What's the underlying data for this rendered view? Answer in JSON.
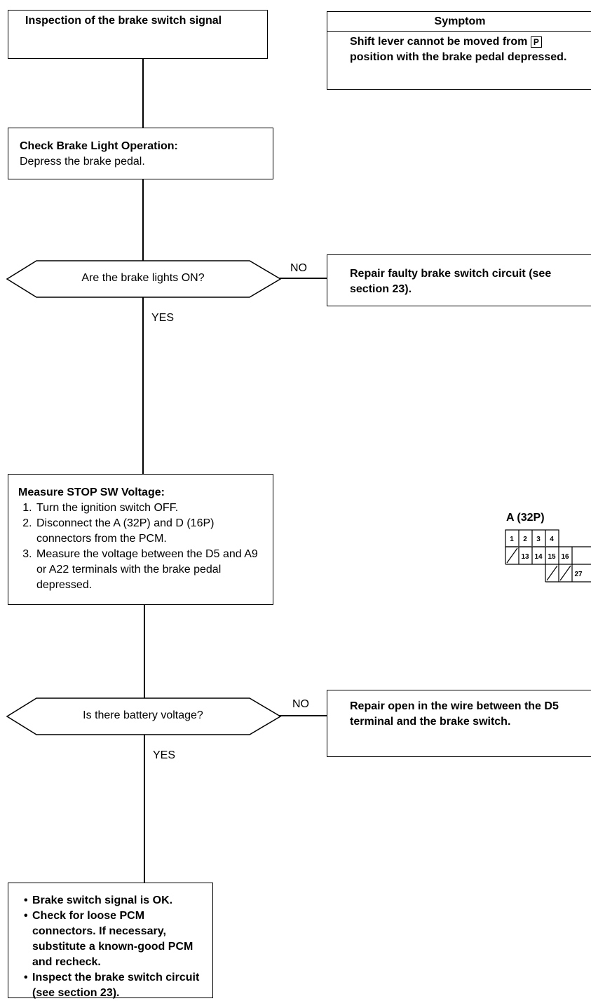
{
  "start_box": {
    "text": "Inspection of the brake switch signal"
  },
  "symptom": {
    "header": "Symptom",
    "text_pre": "Shift lever cannot be moved from",
    "p_box": "P",
    "text_post": "position with the brake pedal depressed."
  },
  "check_brake_light": {
    "title": "Check Brake Light Operation",
    "colon": ":",
    "text": "Depress the brake pedal."
  },
  "decision1": {
    "text": "Are the brake lights ON?",
    "no_label": "NO",
    "yes_label": "YES"
  },
  "repair1": {
    "text": "Repair faulty brake switch circuit (see section 23)."
  },
  "measure_box": {
    "title": "Measure STOP SW Voltage:",
    "steps": [
      "Turn the ignition switch OFF.",
      "Disconnect the A (32P) and D (16P) connectors from the PCM.",
      "Measure the voltage between the D5 and A9 or A22 terminals with the brake pedal depressed."
    ]
  },
  "connector": {
    "title": "A (32P)",
    "row1": [
      "1",
      "2",
      "3",
      "4"
    ],
    "row2": [
      "13",
      "14",
      "15",
      "16"
    ],
    "row3": [
      "27"
    ]
  },
  "decision2": {
    "text": "Is there battery voltage?",
    "no_label": "NO",
    "yes_label": "YES"
  },
  "repair2": {
    "text": "Repair open in the wire between the D5 terminal and the brake switch."
  },
  "final_box": {
    "items": [
      "Brake switch signal is OK.",
      "Check for loose PCM connectors. If necessary, substitute a known-good PCM and recheck.",
      "Inspect the brake switch circuit (see section 23)."
    ]
  }
}
